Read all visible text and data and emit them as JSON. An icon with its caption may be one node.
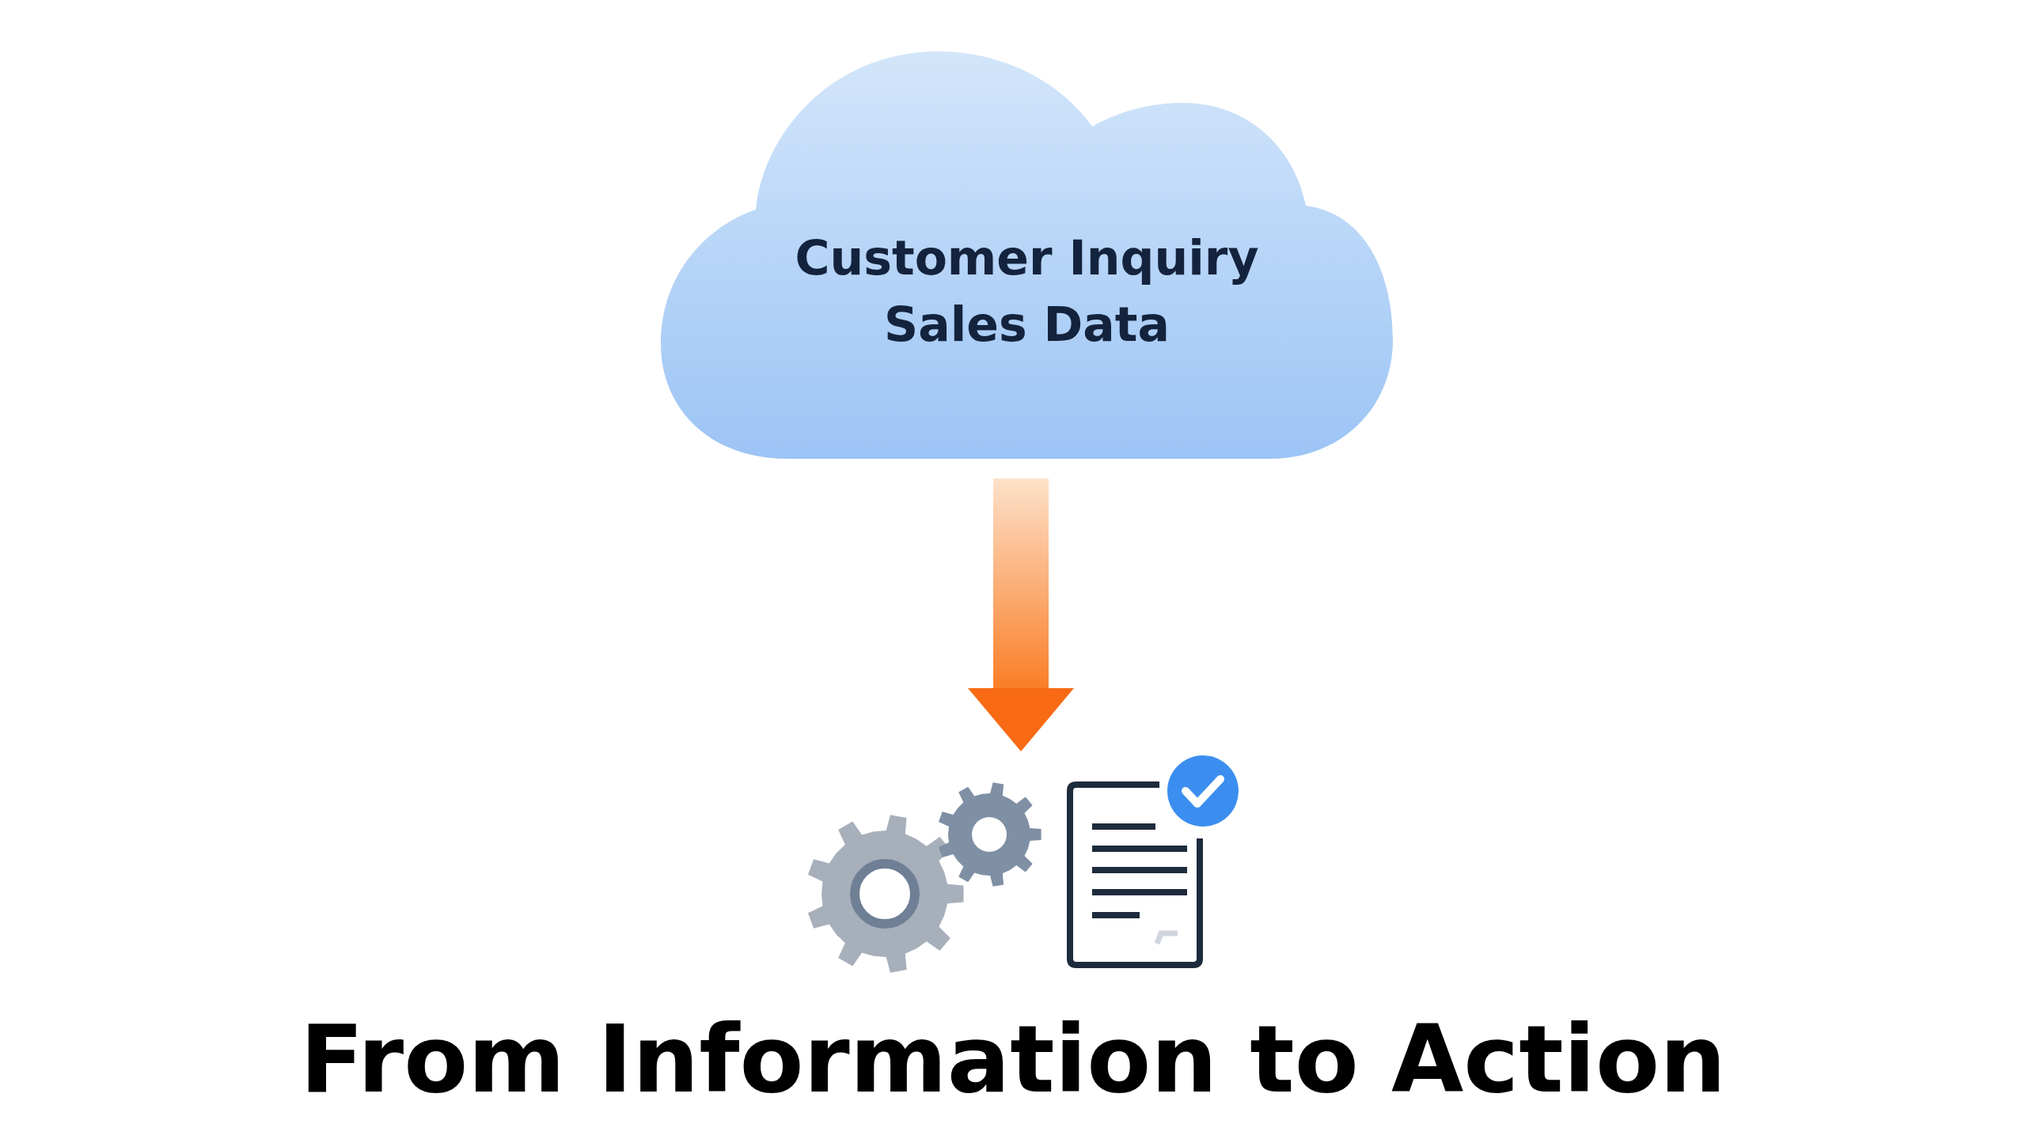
{
  "diagram": {
    "title": "From Information to Action",
    "nodes": [
      {
        "text": [
          "Customer Inquiry",
          "Sales Data"
        ]
      },
      {
        "text": [],
        "shape": "picture"
      }
    ],
    "edges": [
      {
        "from": 0,
        "to": 1,
        "arrow": "to"
      }
    ]
  }
}
